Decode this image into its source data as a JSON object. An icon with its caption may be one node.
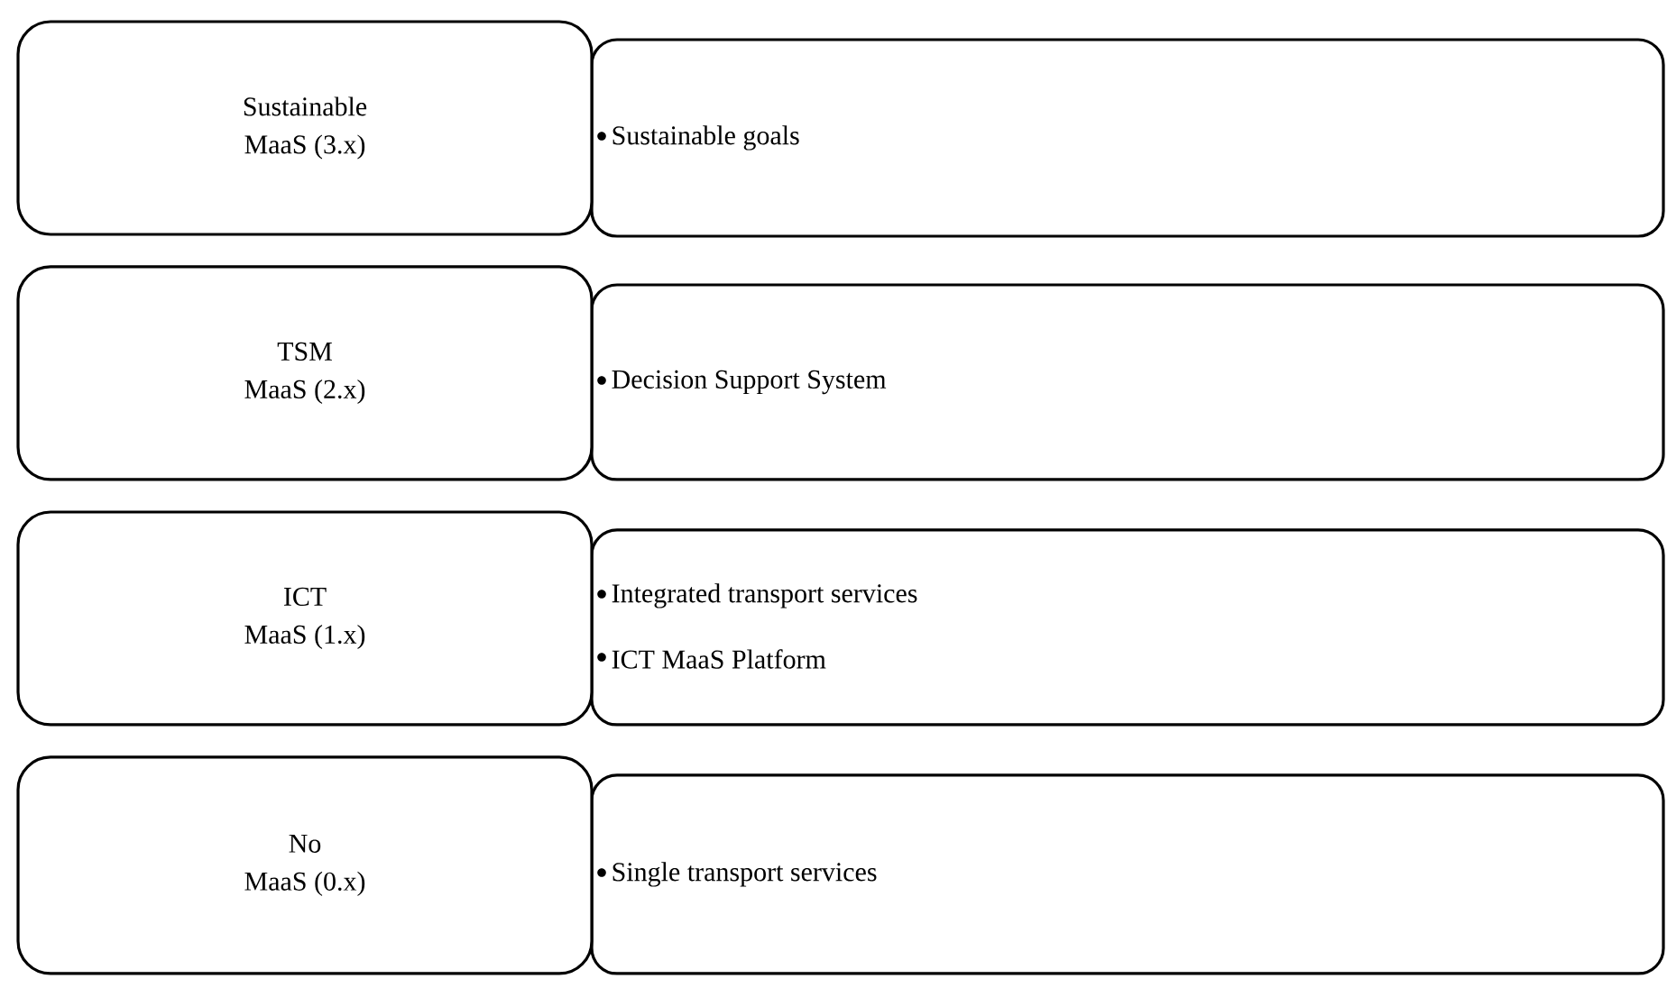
{
  "diagram": {
    "nodes": [
      {
        "text": [
          "Sustainable",
          "MaaS (3.x)"
        ]
      },
      {
        "text": [
          "Sustainable goals"
        ]
      },
      {
        "text": [
          "TSM",
          "MaaS (2.x)"
        ]
      },
      {
        "text": [
          "Decision Support System"
        ]
      },
      {
        "text": [
          "ICT",
          "MaaS (1.x)"
        ]
      },
      {
        "text": [
          "Integrated transport services",
          "ICT MaaS Platform"
        ]
      },
      {
        "text": [
          "No",
          "MaaS (0.x)"
        ]
      },
      {
        "text": [
          "Single transport services"
        ]
      }
    ]
  }
}
